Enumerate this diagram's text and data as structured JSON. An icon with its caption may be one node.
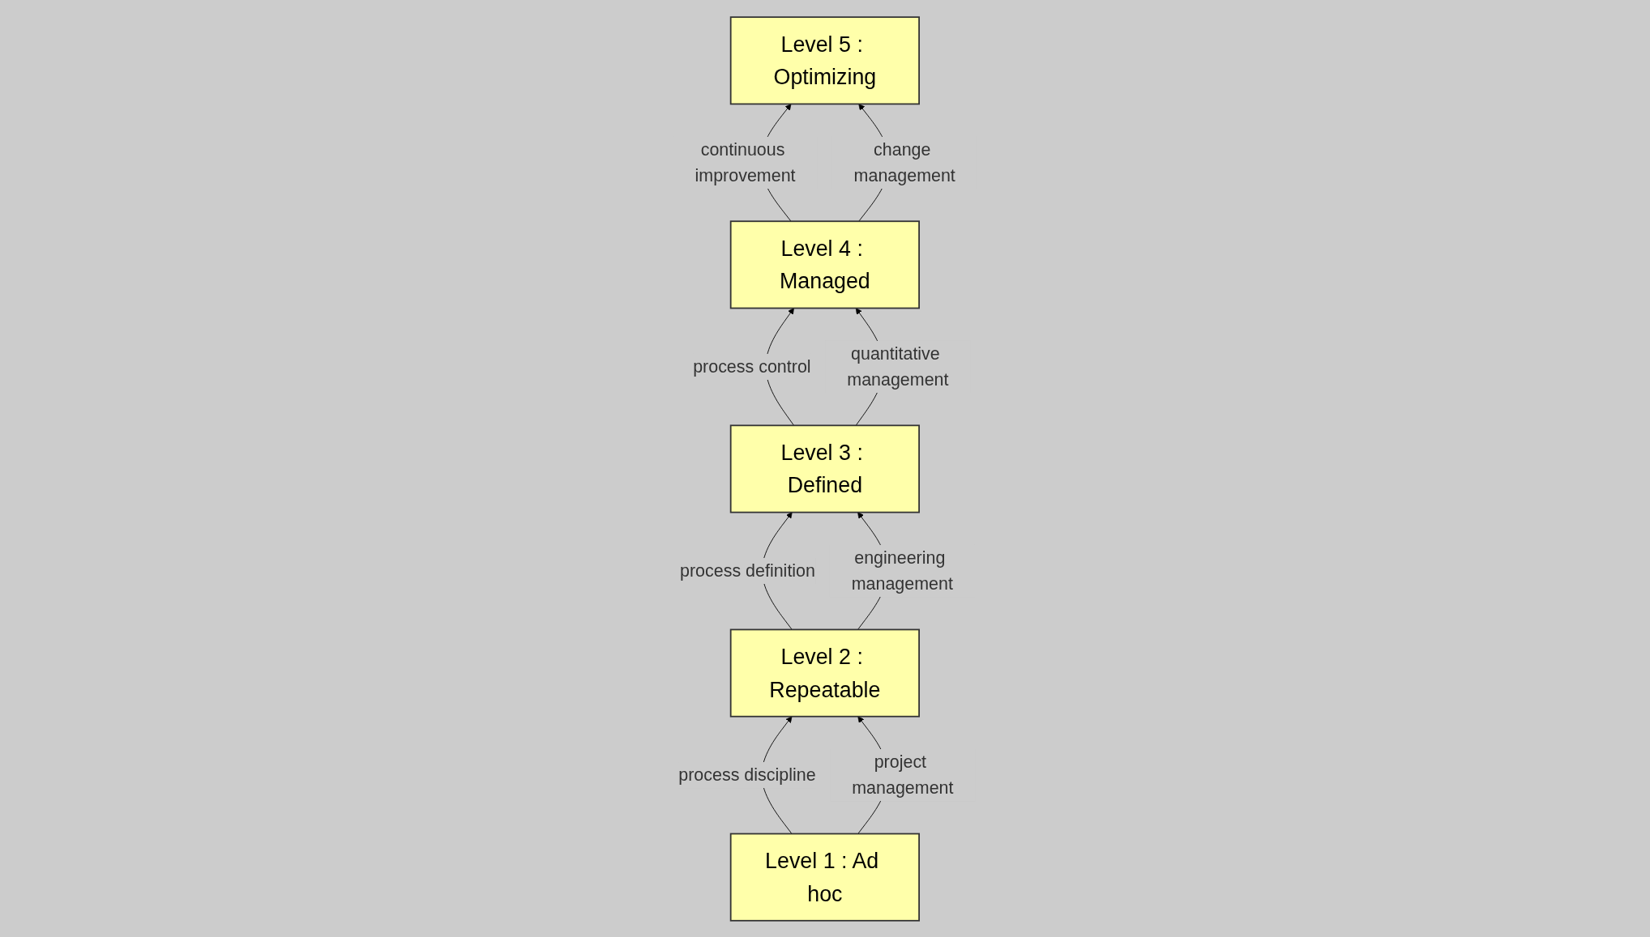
{
  "diagram": {
    "nodes": [
      {
        "text": [
          "Level 5 : Optimizing"
        ]
      },
      {
        "text": [
          "Level 4 : Managed"
        ]
      },
      {
        "text": [
          "Level 3 : Defined"
        ]
      },
      {
        "text": [
          "Level 2 : Repeatable"
        ]
      },
      {
        "text": [
          "Level 1 : Ad hoc"
        ]
      }
    ],
    "edges": [
      {
        "from": 4,
        "to": 3,
        "arrow": "to",
        "label": "process discipline"
      },
      {
        "from": 4,
        "to": 3,
        "arrow": "to",
        "label": "project management"
      },
      {
        "from": 3,
        "to": 2,
        "arrow": "to",
        "label": "process definition"
      },
      {
        "from": 3,
        "to": 2,
        "arrow": "to",
        "label": "engineering management"
      },
      {
        "from": 2,
        "to": 1,
        "arrow": "to",
        "label": "process control"
      },
      {
        "from": 2,
        "to": 1,
        "arrow": "to",
        "label": "quantitative management"
      },
      {
        "from": 1,
        "to": 0,
        "arrow": "to",
        "label": "continuous improvement"
      },
      {
        "from": 1,
        "to": 0,
        "arrow": "to",
        "label": "change management"
      }
    ]
  }
}
